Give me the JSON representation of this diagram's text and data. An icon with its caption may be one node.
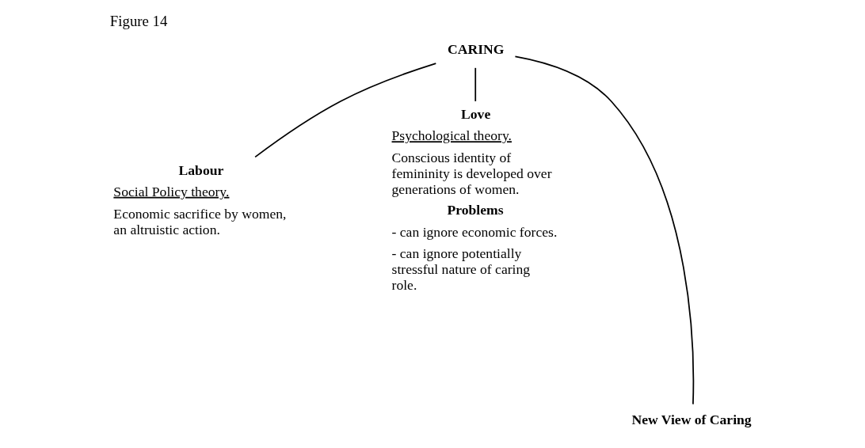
{
  "diagram": {
    "title": "Figure 14",
    "nodes": [
      {
        "text": [
          "CARING"
        ]
      },
      {
        "text": [
          "Labour",
          "Social Policy theory.",
          "Economic sacrifice by women, an altruistic action."
        ]
      },
      {
        "text": [
          "Love",
          "Psychological theory.",
          "Conscious identity of femininity is developed over generations of women.",
          "Problems",
          "- can ignore economic forces.",
          "- can ignore potentially stressful nature of caring role."
        ]
      },
      {
        "text": [
          "New View of Caring"
        ]
      }
    ],
    "edges": [
      {
        "from": 0,
        "to": 1,
        "arrow": "none"
      },
      {
        "from": 0,
        "to": 2,
        "arrow": "none"
      },
      {
        "from": 0,
        "to": 3,
        "arrow": "none"
      }
    ]
  }
}
